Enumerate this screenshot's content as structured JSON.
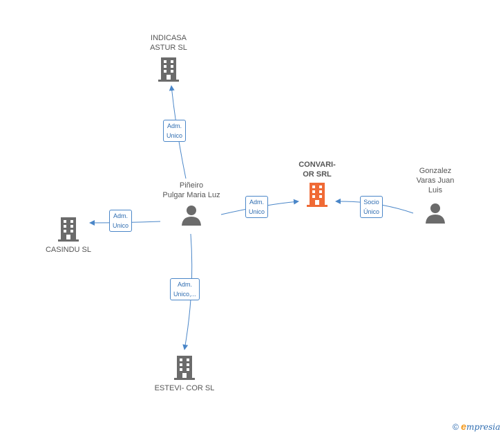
{
  "nodes": {
    "indicasa": {
      "label": [
        "INDICASA",
        "ASTUR SL"
      ],
      "type": "company"
    },
    "casindu": {
      "label": [
        "CASINDU SL"
      ],
      "type": "company"
    },
    "estevicor": {
      "label": [
        "ESTEVI- COR SL"
      ],
      "type": "company"
    },
    "convarior": {
      "label": [
        "CONVARI-",
        "OR SRL"
      ],
      "type": "company-main"
    },
    "pineiro": {
      "label": [
        "Piñeiro",
        "Pulgar Maria Luz"
      ],
      "type": "person"
    },
    "gonzalez": {
      "label": [
        "Gonzalez",
        "Varas Juan",
        "Luis"
      ],
      "type": "person"
    }
  },
  "edges": {
    "e1": {
      "label": [
        "Adm.",
        "Unico"
      ]
    },
    "e2": {
      "label": [
        "Adm.",
        "Unico"
      ]
    },
    "e3": {
      "label": [
        "Adm.",
        "Unico,..."
      ]
    },
    "e4": {
      "label": [
        "Adm.",
        "Unico"
      ]
    },
    "e5": {
      "label": [
        "Socio",
        "Único"
      ]
    }
  },
  "colors": {
    "company": "#6b6b6b",
    "main": "#f06a35",
    "person": "#6b6b6b",
    "edge": "#4a86c8"
  },
  "footer": {
    "copyright": "©",
    "brand_initial": "e",
    "brand_rest": "mpresia"
  }
}
